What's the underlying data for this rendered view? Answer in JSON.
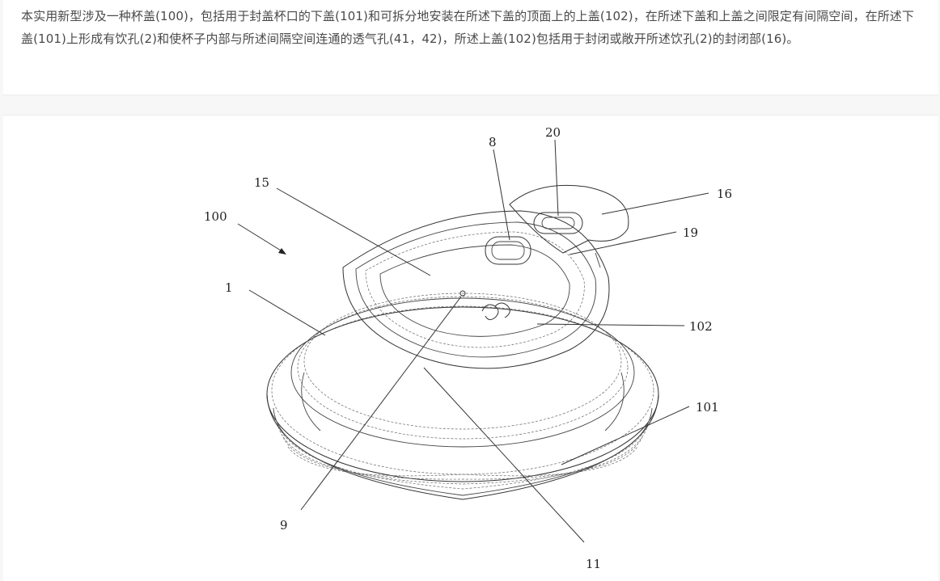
{
  "abstract": {
    "text": "本实用新型涉及一种杯盖(100)，包括用于封盖杯口的下盖(101)和可拆分地安装在所述下盖的顶面上的上盖(102)，在所述下盖和上盖之间限定有间隔空间，在所述下盖(101)上形成有饮孔(2)和使杯子内部与所述间隔空间连通的透气孔(41，42)，所述上盖(102)包括用于封闭或敞开所述饮孔(2)的封闭部(16)。"
  },
  "figure": {
    "labels": {
      "l100": "100",
      "l15": "15",
      "l1": "1",
      "l8": "8",
      "l20": "20",
      "l16": "16",
      "l19": "19",
      "l102": "102",
      "l101": "101",
      "l9": "9",
      "l11": "11"
    }
  }
}
